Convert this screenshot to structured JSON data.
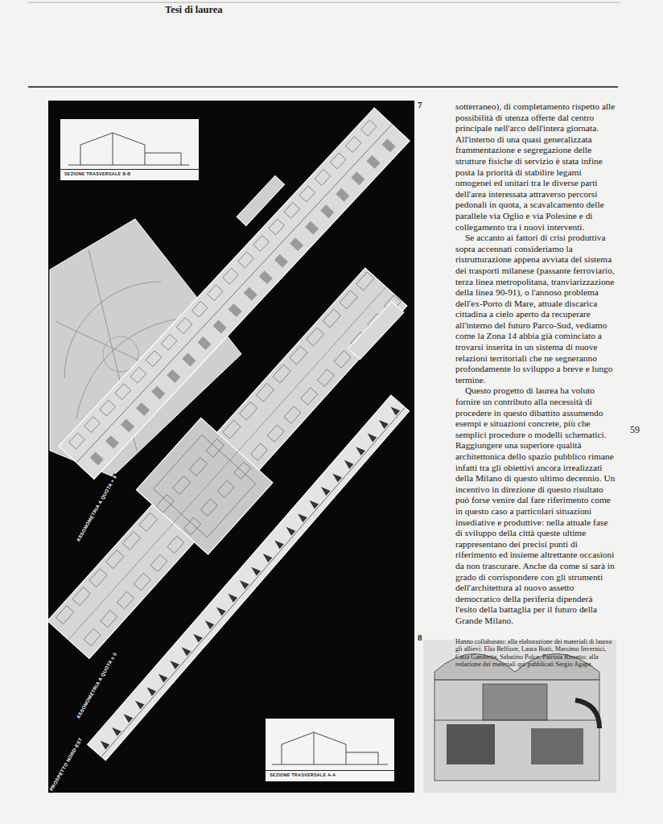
{
  "diagram": {
    "title": "Tesi di laurea",
    "labels": [
      "7",
      "SEZIONE TRASVERSALE B-B",
      "ASSONOMETRIA A QUOTA + 9",
      "ASSONOMETRIA A QUOTA ± 0",
      "PROSPETTO NORD-EST",
      "SEZIONE TRASVERSALE A-A",
      "sotterraneo), di completamento rispetto alle possibilità di utenza offerte dal centro principale nell'arco dell'intera giornata. All'interno di una quasi generalizzata frammentazione e segregazione delle strutture fisiche di servizio è stata infine posta la priorità di stabilire legami omogenei ed unitari tra le diverse parti dell'area interessata attraverso percorsi pedonali in quota, a scavalcamento delle parallele via Oglio e via Polesine e di collegamento tra i nuovi interventi.",
      "Se accanto ai fattori di crisi produttiva sopra accennati consideriamo la ristrutturazione appena avviata del sistema dei trasporti milanese (passante ferroviario, terza linea metropolitana, tranviarizzazione della linea 90-91), o l'annoso problema dell'ex-Porto di Mare, attuale discarica cittadina a cielo aperto da recuperare all'interno del futuro Parco-Sud, vediamo come la Zona 14 abbia già cominciato a trovarsi inserita in un sistema di nuove relazioni territoriali che ne segneranno profondamente lo sviluppo a breve e lungo termine.",
      "Questo progetto di laurea ha voluto fornire un contributo alla necessità di procedere in questo dibattito assumendo esempi e situazioni concrete, più che semplici procedure o modelli schematici. Raggiungere una superiore qualità architettonica dello spazio pubblico rimane infatti tra gli obiettivi ancora irrealizzati della Milano di questo ultimo decennio. Un incentivo in direzione di questo risultato può forse venire dal fare riferimento come in questo caso a particolari situazioni insediative e produttive: nella attuale fase di sviluppo della città queste ultime rappresentano dei precisi punti di riferimento ed insieme altrettante occasioni da non trascurare. Anche da come si sarà in grado di corrispondere con gli strumenti dell'architettura al nuovo assetto democratico della periferia dipenderà l'esito della battaglia per il futuro della Grande Milano.",
      "59",
      "Hanno collaborato: alla elaborazione dei materiali di laurea gli allievi: Elio Belfiore, Laura Botti, Massimo Invernici, Catia Gambetta, Sabatino Polce, Patrizia Rissetto; alla redazione dei materiali qui pubblicati Sergio Agape.",
      "8"
    ]
  }
}
